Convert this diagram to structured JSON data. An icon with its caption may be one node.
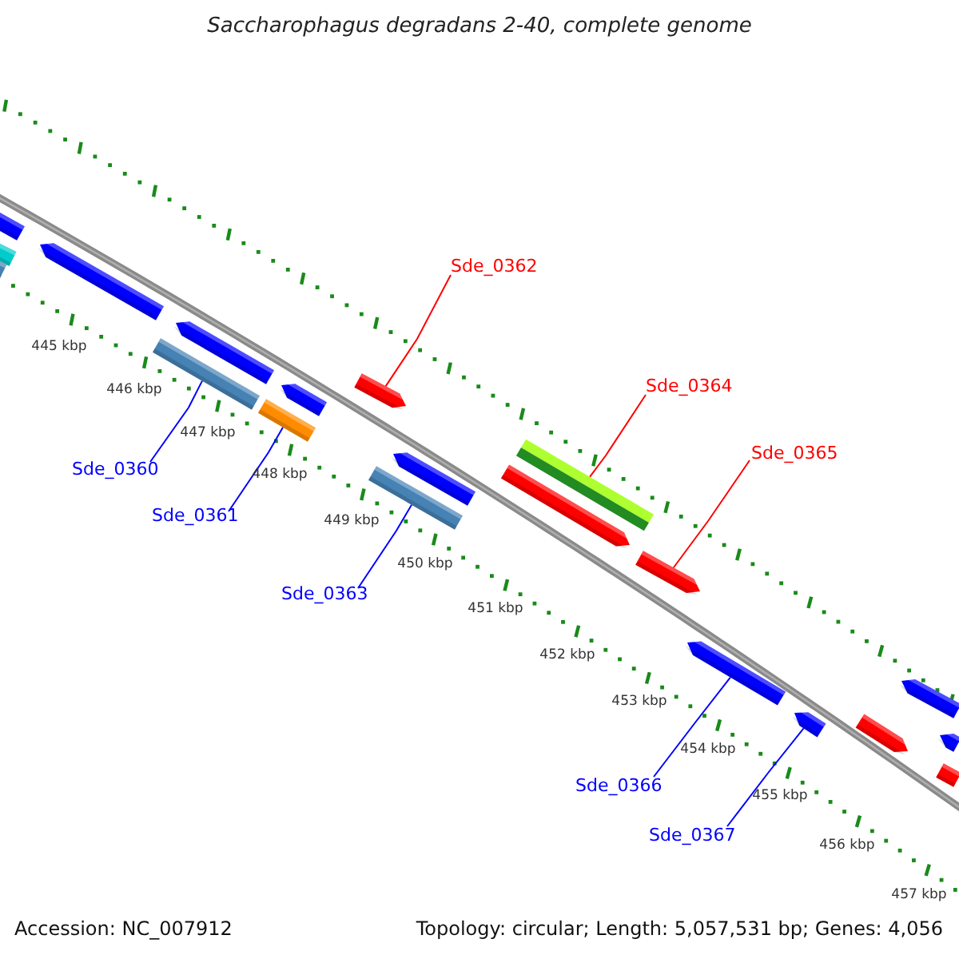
{
  "diagram": {
    "title": "Saccharophagus degradans 2-40, complete genome",
    "nodes": [
      {
        "text": [],
        "shape": "arrow"
      },
      {
        "text": [],
        "shape": "arrow"
      },
      {
        "text": [],
        "shape": "bar"
      },
      {
        "text": [],
        "shape": "arrow"
      },
      {
        "text": [],
        "shape": "arrow"
      },
      {
        "text": [],
        "shape": "bar"
      },
      {
        "text": [],
        "shape": "arrow"
      },
      {
        "text": [],
        "shape": "bar"
      },
      {
        "text": [],
        "shape": "arrow"
      },
      {
        "text": [],
        "shape": "arrow"
      },
      {
        "text": [],
        "shape": "bar"
      },
      {
        "text": [],
        "shape": "bar"
      },
      {
        "text": [],
        "shape": "arrow"
      },
      {
        "text": [],
        "shape": "arrow"
      },
      {
        "text": [],
        "shape": "arrow"
      },
      {
        "text": [],
        "shape": "arrow"
      },
      {
        "text": [],
        "shape": "arrow"
      },
      {
        "text": [],
        "shape": "arrow"
      },
      {
        "text": [],
        "shape": "arrow"
      },
      {
        "text": [],
        "shape": "arrow"
      },
      {
        "text": [
          "Sde_0360"
        ]
      },
      {
        "text": [
          "Sde_0361"
        ]
      },
      {
        "text": [
          "Sde_0362"
        ]
      },
      {
        "text": [
          "Sde_0363"
        ]
      },
      {
        "text": [
          "Sde_0364"
        ]
      },
      {
        "text": [
          "Sde_0365"
        ]
      },
      {
        "text": [
          "Sde_0366"
        ]
      },
      {
        "text": [
          "Sde_0367"
        ]
      }
    ],
    "edges": [
      {
        "from": 20,
        "to": 5,
        "arrow": "none"
      },
      {
        "from": 21,
        "to": 7,
        "arrow": "none"
      },
      {
        "from": 22,
        "to": 8,
        "arrow": "none",
        "color": "#ff0000"
      },
      {
        "from": 23,
        "to": 10,
        "arrow": "none"
      },
      {
        "from": 24,
        "to": 11,
        "arrow": "none",
        "color": "#ff0000"
      },
      {
        "from": 25,
        "to": 13,
        "arrow": "none",
        "color": "#ff0000"
      },
      {
        "from": 26,
        "to": 14,
        "arrow": "none"
      },
      {
        "from": 27,
        "to": 15,
        "arrow": "none"
      }
    ],
    "labels": [
      "445 kbp",
      "446 kbp",
      "447 kbp",
      "448 kbp",
      "449 kbp",
      "450 kbp",
      "451 kbp",
      "452 kbp",
      "453 kbp",
      "454 kbp",
      "455 kbp",
      "456 kbp",
      "457 kbp",
      "Accession: NC_007912",
      "Topology: circular; Length: 5,057,531 bp; Genes: 4,056"
    ]
  }
}
